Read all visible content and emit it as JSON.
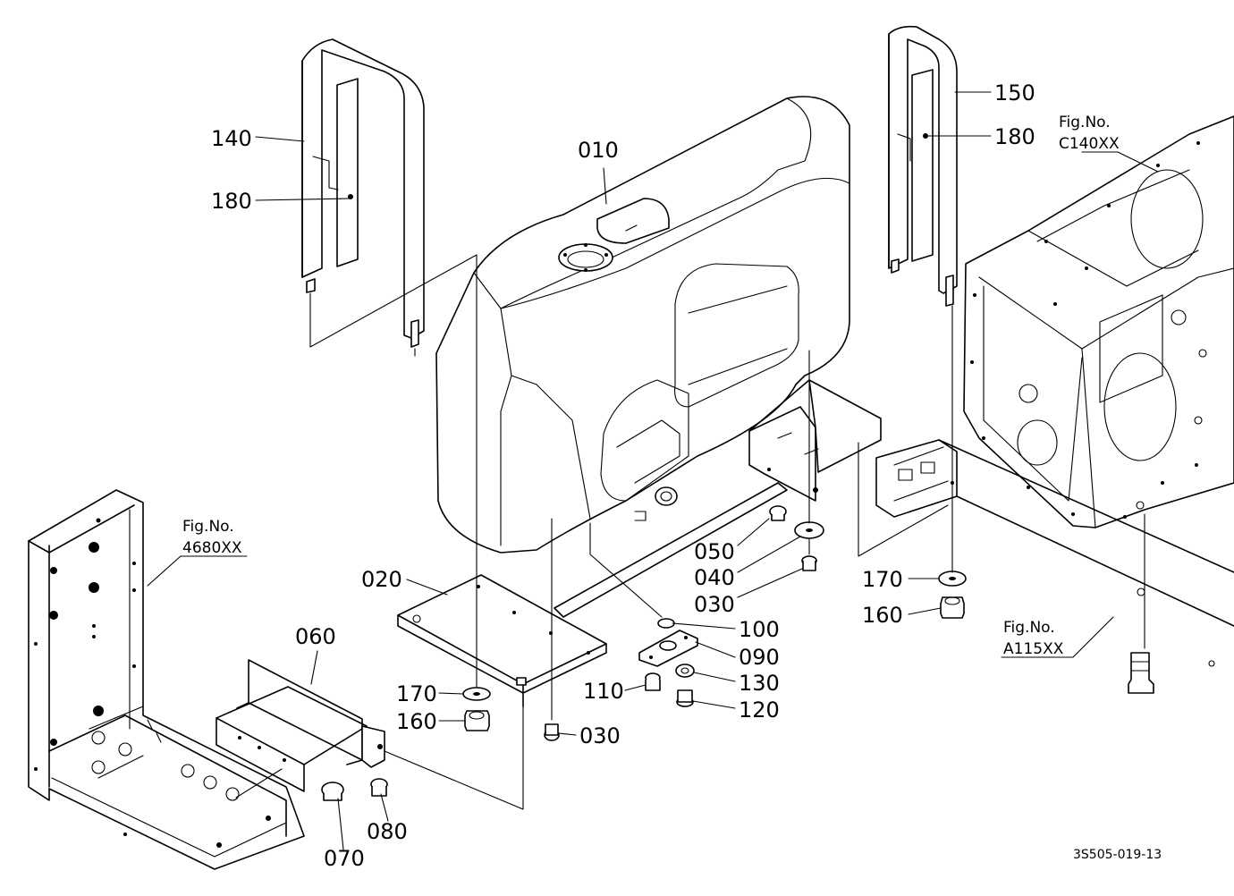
{
  "callouts": {
    "c010": "010",
    "c020": "020",
    "c030a": "030",
    "c030b": "030",
    "c040": "040",
    "c050": "050",
    "c060": "060",
    "c070": "070",
    "c080": "080",
    "c090": "090",
    "c100": "100",
    "c110": "110",
    "c120": "120",
    "c130": "130",
    "c140": "140",
    "c150": "150",
    "c160a": "160",
    "c160b": "160",
    "c170a": "170",
    "c170b": "170",
    "c180a": "180",
    "c180b": "180"
  },
  "references": {
    "c140": {
      "label": "Fig.No.",
      "code": "C140XX"
    },
    "r4680": {
      "label": "Fig.No.",
      "code": "4680XX"
    },
    "a115": {
      "label": "Fig.No.",
      "code": "A115XX"
    }
  },
  "drawing_code": "3S505-019-13"
}
